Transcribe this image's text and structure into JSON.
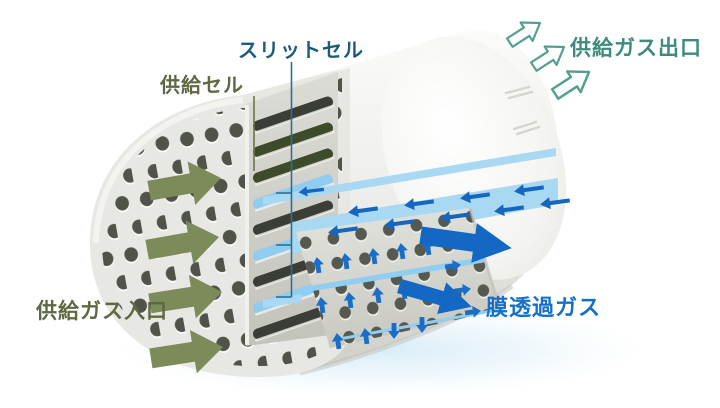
{
  "diagram": {
    "labels": {
      "slit_cell": {
        "text": "スリットセル",
        "color": "#1c5a7e"
      },
      "supply_cell": {
        "text": "供給セル",
        "color": "#5d6942"
      },
      "supply_gas_outlet": {
        "text": "供給ガス出口",
        "color": "#3c8b7c"
      },
      "supply_gas_inlet": {
        "text": "供給ガス入口",
        "color": "#5d6942"
      },
      "membrane_permeate_gas": {
        "text": "膜透過ガス",
        "color": "#1470c8"
      }
    },
    "colors": {
      "feed_arrow": "#7d8a5a",
      "outlet_arrow_stroke": "#54a08f",
      "permeate_arrow_large": "#1268c2",
      "permeate_arrow_flow": "#1566bf",
      "permeate_arrow_small": "#1b6ec7",
      "permeate_channel": "#a9d8f3",
      "slit_cell_highlight": "#8fccf0",
      "supply_cell_slit": "#3d4b2a",
      "leader_slit_cell": "#2f6f8e",
      "leader_supply_cell": "#6b7549",
      "ground_shadow": "#cfe8f6"
    },
    "arrow_counts": {
      "feed_inlet_arrows": 4,
      "feed_outlet_arrows": 3,
      "permeate_large_arrows": 2
    }
  }
}
